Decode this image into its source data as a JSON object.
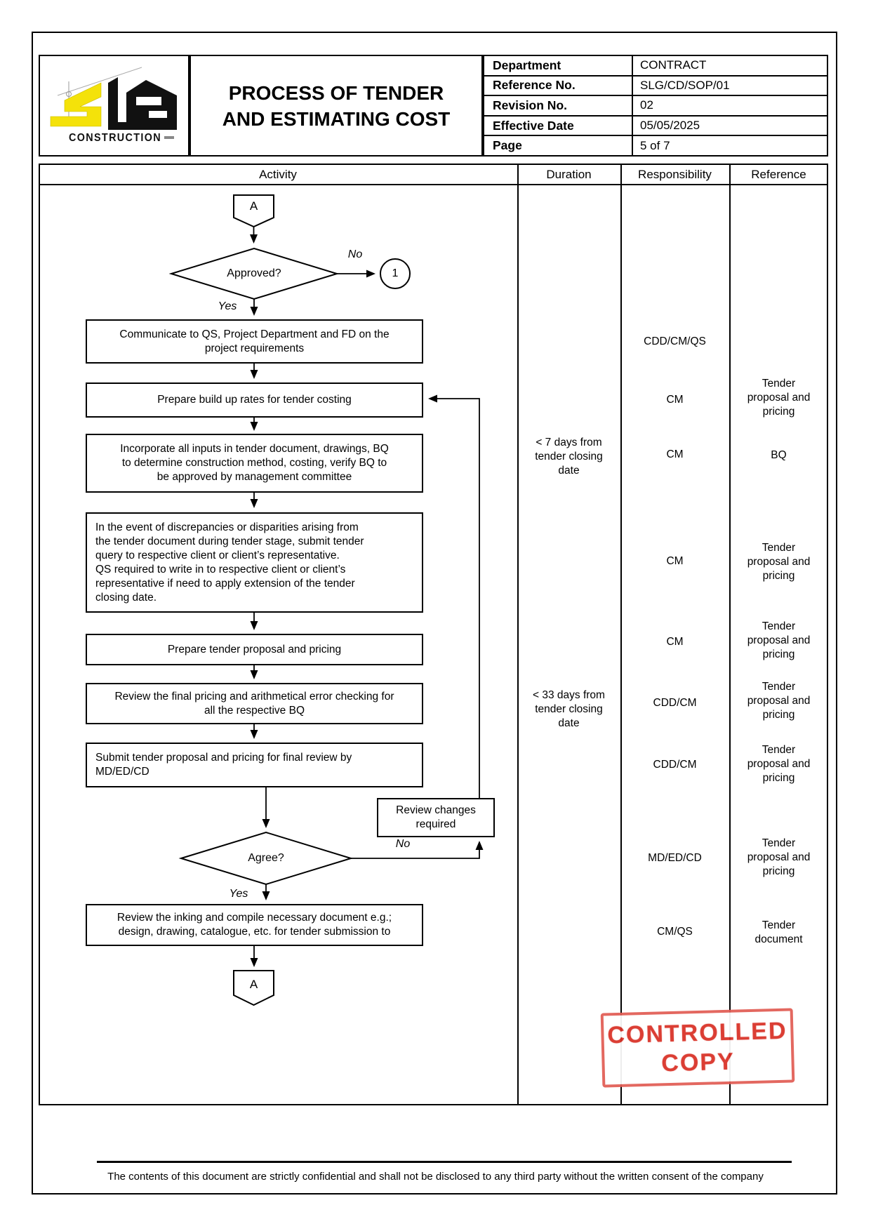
{
  "page": {
    "logo": {
      "text": "CONSTRUCTION"
    },
    "title": "PROCESS OF TENDER\nAND ESTIMATING COST",
    "info": [
      {
        "label": "Department",
        "value": "CONTRACT"
      },
      {
        "label": "Reference No.",
        "value": "SLG/CD/SOP/01"
      },
      {
        "label": "Revision No.",
        "value": "02"
      },
      {
        "label": "Effective Date",
        "value": "05/05/2025"
      },
      {
        "label": "Page",
        "value": "5 of 7"
      }
    ],
    "columns": [
      "Activity",
      "Duration",
      "Responsibility",
      "Reference"
    ],
    "flowchart": {
      "connector_a": "A",
      "offpage_ref": "1",
      "decision_approved": "Approved?",
      "decision_agree": "Agree?",
      "yes": "Yes",
      "no": "No",
      "boxes": [
        "Communicate to QS, Project Department and FD on the\nproject requirements",
        "Prepare build up rates for tender costing",
        "Incorporate all inputs in tender document, drawings, BQ\nto determine construction method, costing, verify BQ to\nbe approved by management committee",
        "In the event of discrepancies or disparities arising from\nthe tender document during tender stage, submit tender\nquery to respective client or client’s representative.\nQS required to write in to respective client or client’s\nrepresentative if need to apply extension of the tender\nclosing date.",
        "Prepare tender proposal and pricing",
        "Review the final pricing and arithmetical error checking for\nall the respective BQ",
        "Submit tender proposal and pricing for final review by\nMD/ED/CD",
        "Review changes\nrequired",
        "Review the inking and compile necessary document e.g.;\ndesign, drawing, catalogue, etc. for tender submission to"
      ]
    },
    "durations": [
      "< 7 days from\ntender closing\ndate",
      "< 33 days from\ntender closing\ndate"
    ],
    "responsibilities": [
      "CDD/CM/QS",
      "CM",
      "CM",
      "CM",
      "CM",
      "CDD/CM",
      "CDD/CM",
      "MD/ED/CD",
      "CM/QS"
    ],
    "references": [
      "Tender\nproposal and\npricing",
      "BQ",
      "Tender\nproposal and\npricing",
      "Tender\nproposal and\npricing",
      "Tender\nproposal and\npricing",
      "Tender\nproposal and\npricing",
      "Tender\nproposal and\npricing",
      "Tender\ndocument"
    ],
    "stamp": {
      "line1": "CONTROLLED",
      "line2": "COPY",
      "color": "#d93025"
    },
    "footer": "The contents of this document are strictly confidential and shall not be disclosed to any third party without the written consent of the company"
  }
}
